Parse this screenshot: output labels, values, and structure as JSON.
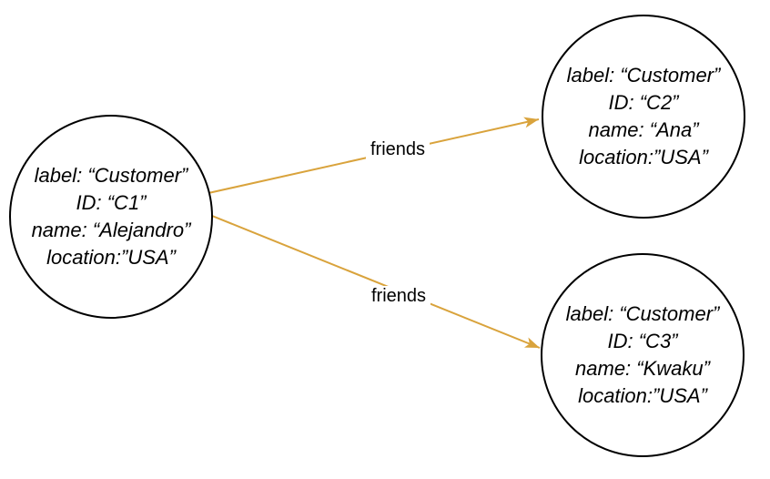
{
  "diagram": {
    "type": "property-graph",
    "colors": {
      "edge": "#D9A33C",
      "node_border": "#000000",
      "text": "#000000",
      "background": "#FFFFFF"
    },
    "nodes": [
      {
        "id": "C1",
        "lines": [
          "label: “Customer”",
          "ID: “C1”",
          "name: “Alejandro”",
          "location:”USA”"
        ]
      },
      {
        "id": "C2",
        "lines": [
          "label: “Customer”",
          "ID: “C2”",
          "name: “Ana”",
          "location:”USA”"
        ]
      },
      {
        "id": "C3",
        "lines": [
          "label: “Customer”",
          "ID: “C3”",
          "name: “Kwaku”",
          "location:”USA”"
        ]
      }
    ],
    "edges": [
      {
        "from": "C1",
        "to": "C2",
        "label": "friends"
      },
      {
        "from": "C1",
        "to": "C3",
        "label": "friends"
      }
    ]
  }
}
